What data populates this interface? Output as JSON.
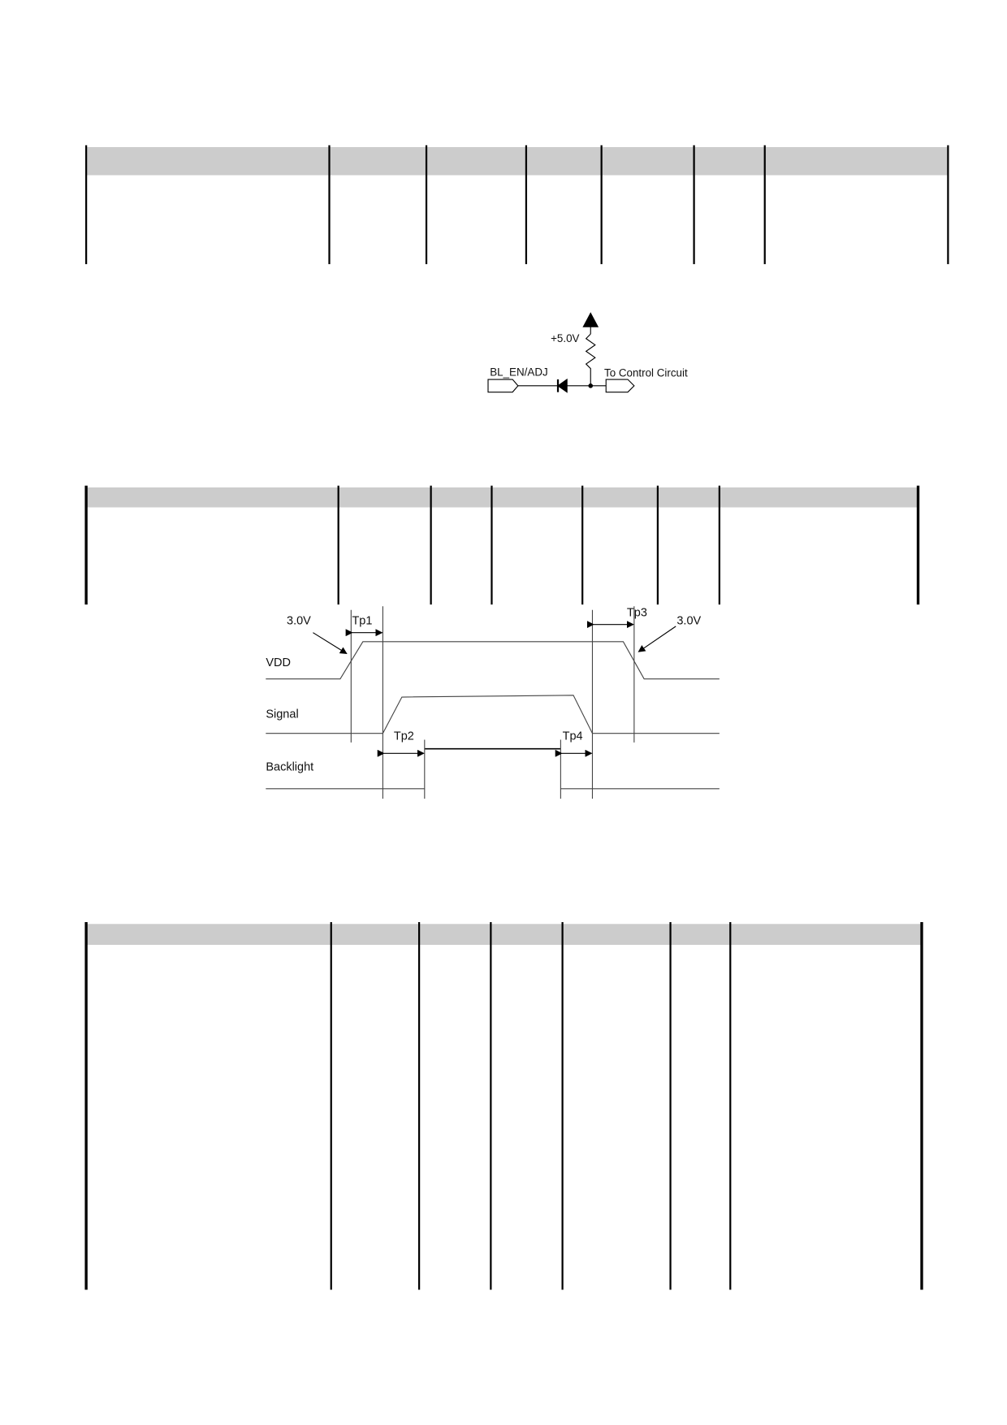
{
  "circuit": {
    "supply_label": "+5.0V",
    "input_label": "BL_EN/ADJ",
    "output_label": "To Control Circuit"
  },
  "timing": {
    "threshold_left": "3.0V",
    "threshold_right": "3.0V",
    "signals": [
      "VDD",
      "Signal",
      "Backlight"
    ],
    "intervals": [
      "Tp1",
      "Tp2",
      "Tp3",
      "Tp4"
    ]
  },
  "colors": {
    "header_fill": "#cccccc",
    "line": "#000000"
  }
}
